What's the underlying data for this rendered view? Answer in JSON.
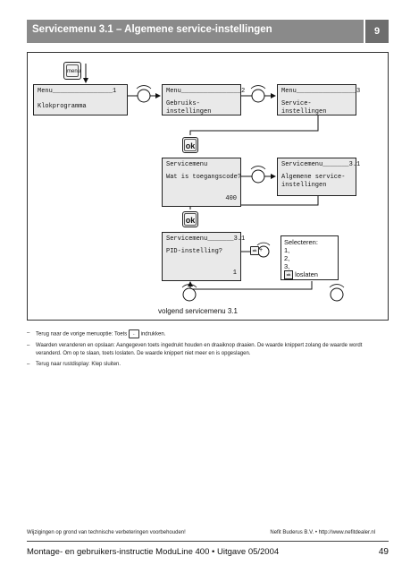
{
  "header": {
    "title": "Servicemenu 3.1 – Algemene service-instellingen",
    "tab_number": "9"
  },
  "diagram": {
    "menu_key_label": "menu",
    "ok_label": "ok",
    "mini_ok_label": "ok",
    "lcd1": {
      "line1": "Menu________________1",
      "line2": "Klokprogramma"
    },
    "lcd2": {
      "line1": "Menu________________2",
      "line2": "Gebruiks-",
      "line3": "instellingen"
    },
    "lcd3": {
      "line1": "Menu________________3",
      "line2": "Service-",
      "line3": "instellingen"
    },
    "lcd4": {
      "line1": "Servicemenu",
      "line2": "Wat is toegangscode?",
      "value": "400"
    },
    "lcd5": {
      "line1": "Servicemenu_______3.1",
      "line2": "Algemene service-",
      "line3": "instellingen"
    },
    "lcd6": {
      "line1": "Servicemenu_______3.1",
      "line2": "PID-instelling?",
      "value": "1"
    },
    "plus": "+",
    "select": {
      "title": "Selecteren:",
      "opt1": "1,",
      "opt2": "2,",
      "opt3": "3,",
      "release": "loslaten"
    },
    "caption": "volgend servicemenu 3.1"
  },
  "notes": {
    "n1_pre": "Terug naar de vorige menuoptie: Toets",
    "n1_post": "indrukken.",
    "n2": "Waarden veranderen en opslaan: Aangegeven toets ingedrukt houden en draaiknop draaien. De waarde knippert zolang de waarde wordt veranderd. Om op te slaan, toets loslaten. De waarde knippert niet meer en is opgeslagen.",
    "n3": "Terug naar rustdisplay: Klep sluiten.",
    "dash": "–"
  },
  "footer": {
    "disclaimer": "Wijzigingen op grond van technische verbeteringen voorbehouden!",
    "company": "Nefit Buderus B.V. • http://www.nefitdealer.nl",
    "title": "Montage- en gebruikers-instructie ModuLine 400 • Uitgave 05/2004",
    "page": "49"
  }
}
